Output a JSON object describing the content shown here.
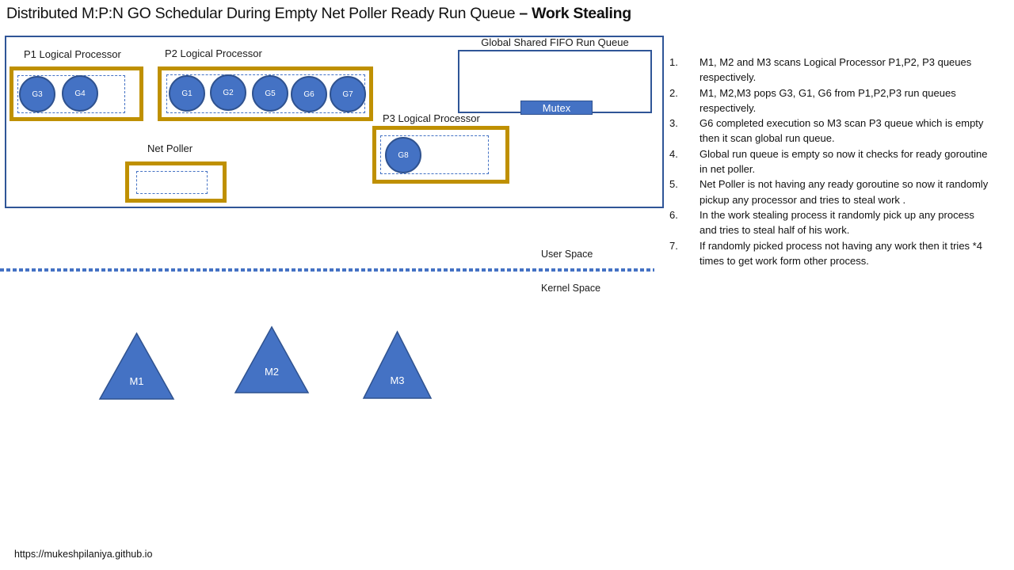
{
  "title": {
    "text_regular": "Distributed M:P:N GO Schedular During Empty Net Poller Ready Run Queue ",
    "text_bold": "– Work Stealing"
  },
  "diagram": {
    "global_queue": {
      "label": "Global Shared FIFO Run Queue",
      "mutex": "Mutex"
    },
    "processors": [
      {
        "label": "P1 Logical Processor",
        "goroutines": [
          "G3",
          "G4"
        ]
      },
      {
        "label": "P2 Logical Processor",
        "goroutines": [
          "G1",
          "G2",
          "G5",
          "G6",
          "G7"
        ]
      },
      {
        "label": "P3 Logical Processor",
        "goroutines": [
          "G8"
        ]
      }
    ],
    "net_poller": {
      "label": "Net Poller"
    },
    "user_space_label": "User Space",
    "kernel_space_label": "Kernel Space",
    "machines": [
      {
        "label": "M1"
      },
      {
        "label": "M2"
      },
      {
        "label": "M3"
      }
    ]
  },
  "steps": [
    {
      "num": "1.",
      "text": "M1, M2 and M3 scans Logical Processor P1,P2, P3 queues respectively."
    },
    {
      "num": "2.",
      "text": "M1, M2,M3 pops G3, G1, G6  from P1,P2,P3 run queues respectively."
    },
    {
      "num": "3.",
      "text": "G6 completed execution so M3 scan P3 queue which is empty then it scan global run queue."
    },
    {
      "num": "4.",
      "text": "Global run queue is empty so now it checks for ready goroutine in net poller."
    },
    {
      "num": "5.",
      "text": "Net Poller is not having any ready goroutine so now it randomly pickup any processor and tries to steal work ."
    },
    {
      "num": "6.",
      "text": "In the work stealing process it randomly pick up any process and tries to steal half of his work."
    },
    {
      "num": "7.",
      "text": "If randomly picked process not having any work then it tries *4 times to get work form other process."
    }
  ],
  "footer": {
    "url": "https://mukeshpilaniya.github.io"
  },
  "colors": {
    "shape_fill_blue": "#4472C4",
    "shape_border_blue": "#2F528F",
    "frame_blue": "#2F5597",
    "queue_border_gold": "#BF9000"
  }
}
